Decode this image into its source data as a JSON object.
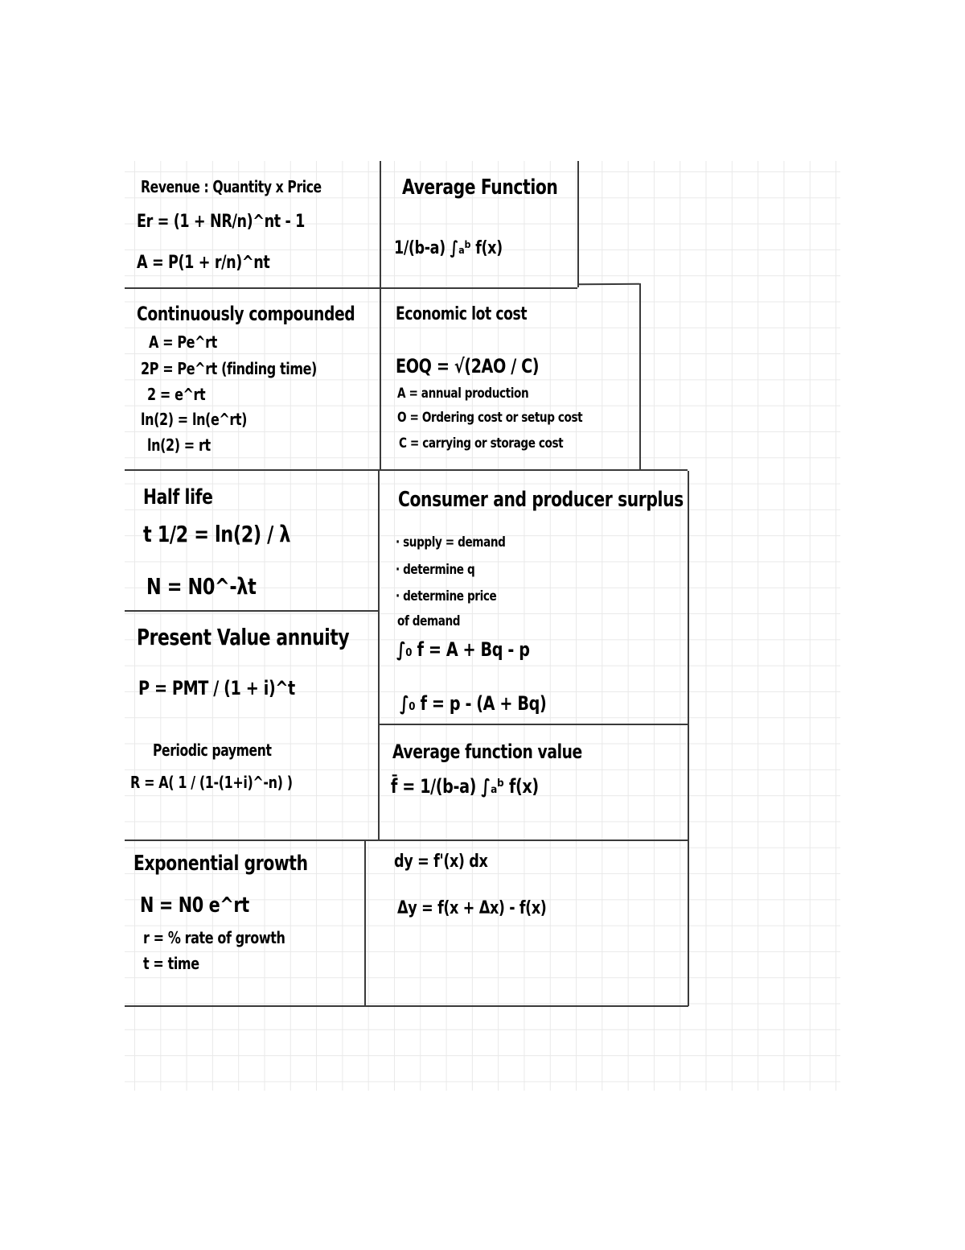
{
  "page": {
    "kind": "handwritten formula sheet on grid paper",
    "ink_color": "#000000",
    "grid_color": "#e9e9e9",
    "box_line_color": "#3a3a3a"
  },
  "cells": {
    "revenue": {
      "title": "Revenue : Quantity x Price",
      "lines": [
        "Er = (1 + NR/n)^nt - 1",
        "A = P(1 + r/n)^nt"
      ]
    },
    "average_function": {
      "title": "Average Function",
      "lines": [
        "1/(b-a) ∫ₐᵇ f(x)"
      ]
    },
    "continuously_compounded": {
      "title": "Continuously compounded",
      "lines": [
        "A = Pe^rt",
        "2P = Pe^rt  (finding time)",
        "2 = e^rt",
        "ln(2) = ln(e^rt)",
        "ln(2) = rt"
      ]
    },
    "economic_lot": {
      "title": "Economic lot cost",
      "lines": [
        "EOQ = √(2AO / C)",
        "A = annual production",
        "O = Ordering cost or setup cost",
        "C = carrying or storage cost"
      ]
    },
    "half_life": {
      "title": "Half life",
      "lines": [
        "t 1/2 = ln(2) / λ",
        "N = N0^-λt"
      ]
    },
    "consumer_producer": {
      "title": "Consumer and producer surplus",
      "lines": [
        "· supply = demand",
        "· determine q",
        "· determine price",
        "  of demand",
        "∫₀ f = A + Bq - p",
        "∫₀ f = p - (A + Bq)"
      ]
    },
    "present_value": {
      "title": "Present Value annuity",
      "lines": [
        "P = PMT / (1 + i)^t"
      ],
      "subtitle": "Periodic payment",
      "sublines": [
        "R = A( 1 / (1-(1+i)^-n) )"
      ]
    },
    "average_function_value": {
      "title": "Average function value",
      "lines": [
        "f̄ = 1/(b-a) ∫ₐᵇ f(x)"
      ]
    },
    "exponential_growth": {
      "title": "Exponential growth",
      "lines": [
        "N = N0 e^rt",
        "r = % rate of growth",
        "t = time"
      ]
    },
    "differentials": {
      "lines": [
        "dy = f'(x) dx",
        "Δy = f(x + Δx) - f(x)"
      ]
    }
  }
}
